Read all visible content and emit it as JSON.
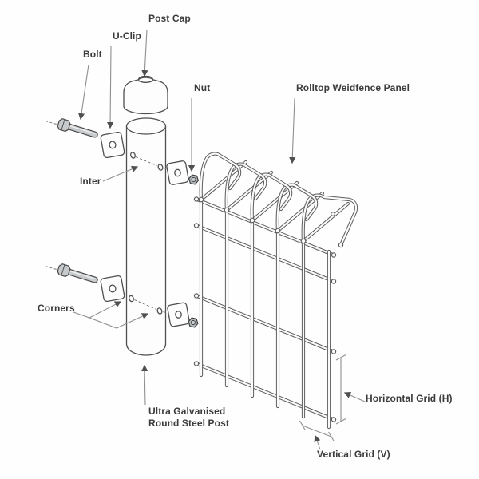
{
  "diagram": {
    "type": "exploded-assembly-diagram",
    "subject": "Rolltop weldmesh fence panel and round post fixing assembly",
    "labels": {
      "bolt": "Bolt",
      "u_clip": "U-Clip",
      "post_cap": "Post Cap",
      "nut": "Nut",
      "rolltop_panel": "Rolltop Weidfence Panel",
      "inter": "Inter",
      "corners": "Corners",
      "post_line1": "Ultra Galvanised",
      "post_line2": "Round Steel Post",
      "horizontal_grid": "Horizontal Grid (H)",
      "vertical_grid": "Vertical Grid (V)"
    },
    "colors": {
      "background": "#fefefe",
      "outline": "#4f4f4f",
      "wire_outline": "#5d5d5d",
      "wire_core": "#fafafa",
      "metal_fill": "#c6cacc",
      "nut_fill": "#b0b5b8",
      "leader_line": "#8f8f8f",
      "text": "#3b3b3b"
    }
  }
}
